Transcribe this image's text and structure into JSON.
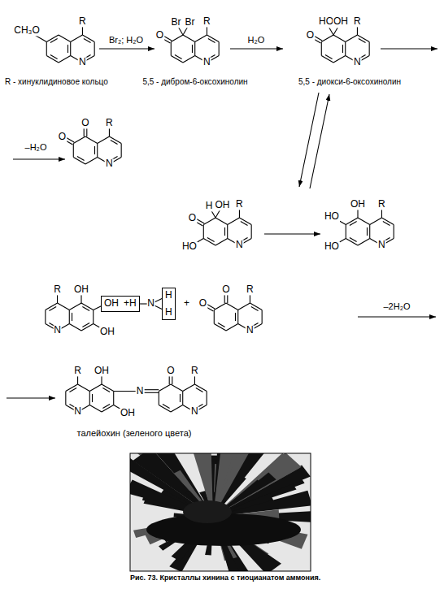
{
  "diagram": {
    "caption": "Рис. 73. Кристаллы хинина с тиоцианатом аммония.",
    "nodes": [
      {
        "text": [
          "OH",
          "+H"
        ]
      },
      {
        "text": [
          "H",
          "H"
        ]
      }
    ],
    "labels": [
      "CH₃O",
      "R",
      "N",
      "Br₂; H₂O",
      "O",
      "Br",
      "Br",
      "R",
      "N",
      "H₂O",
      "HO",
      "OH",
      "R",
      "O",
      "N",
      "R - хинуклидиновое кольцо",
      "5,5 - дибром-6-оксохинолин",
      "5,5 - диокси-6-оксохинолин",
      "–H₂O",
      "O",
      "R",
      "O",
      "N",
      "H",
      "OH",
      "R",
      "O",
      "HO",
      "N",
      "OH",
      "R",
      "HO",
      "HO",
      "N",
      "R",
      "OH",
      "N",
      "OH",
      "N",
      "+",
      "O",
      "R",
      "O",
      "N",
      "–2H₂O",
      "R",
      "OH",
      "N",
      "OH",
      "N",
      "O",
      "R",
      "N",
      "талейохин (зеленого цвета)"
    ]
  }
}
